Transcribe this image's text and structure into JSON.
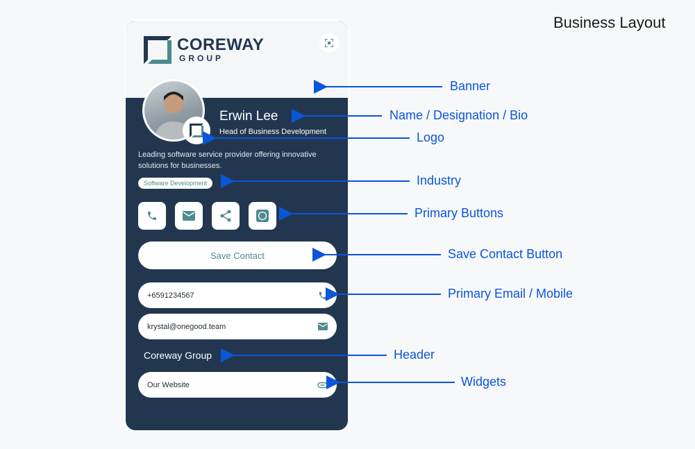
{
  "page_title": "Business Layout",
  "card": {
    "logo_text": "COREWAY",
    "logo_sub": "GROUP",
    "name": "Erwin Lee",
    "designation": "Head of Business Development",
    "bio": "Leading software service provider offering innovative solutions for businesses.",
    "industry": "Software Development",
    "primary_buttons": [
      "phone-icon",
      "email-icon",
      "share-icon",
      "whatsapp-icon"
    ],
    "save_label": "Save Contact",
    "phone": "+6591234567",
    "email": "krystal@onegood.team",
    "header": "Coreway Group",
    "widget": "Our Website",
    "accent": "#4e8a8f",
    "dark": "#22374f"
  },
  "annotations": [
    "Banner",
    "Name / Designation / Bio",
    "Logo",
    "Industry",
    "Primary Buttons",
    "Save Contact Button",
    "Primary Email / Mobile",
    "Header",
    "Widgets"
  ],
  "annotation_color": "#0b55d9"
}
